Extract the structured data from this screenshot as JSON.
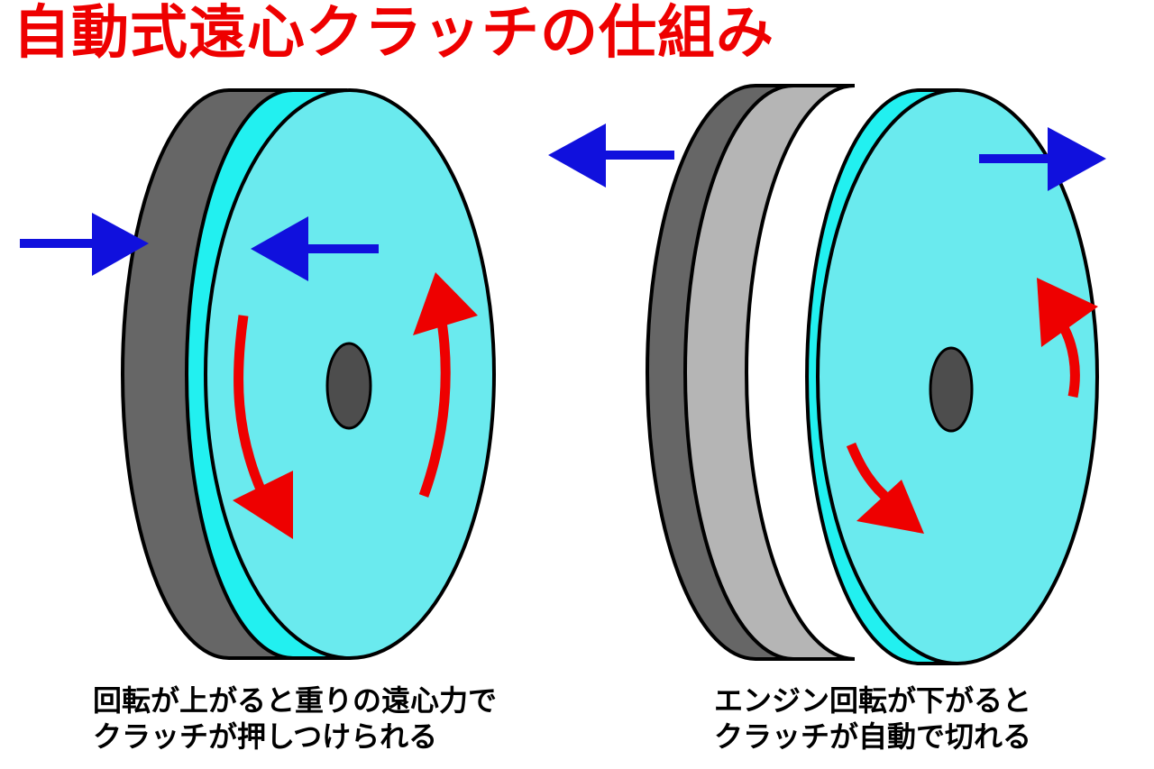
{
  "title": "自動式遠心クラッチの仕組み",
  "colors": {
    "title": "#ee0000",
    "outer_plate": "#666666",
    "ring": "#22f0f0",
    "face": "#6aeaee",
    "middle_plate": "#b5b5b5",
    "hub": "#4d4d4d",
    "push_arrow": "#1010dd",
    "rotation_arrow": "#ee0000"
  },
  "left_panel": {
    "state": "engaged",
    "caption_lines": [
      "回転が上がると重りの遠心力で",
      "クラッチが押しつけられる"
    ]
  },
  "right_panel": {
    "state": "disengaged",
    "caption_lines": [
      "エンジン回転が下がると",
      "クラッチが自動で切れる"
    ]
  }
}
